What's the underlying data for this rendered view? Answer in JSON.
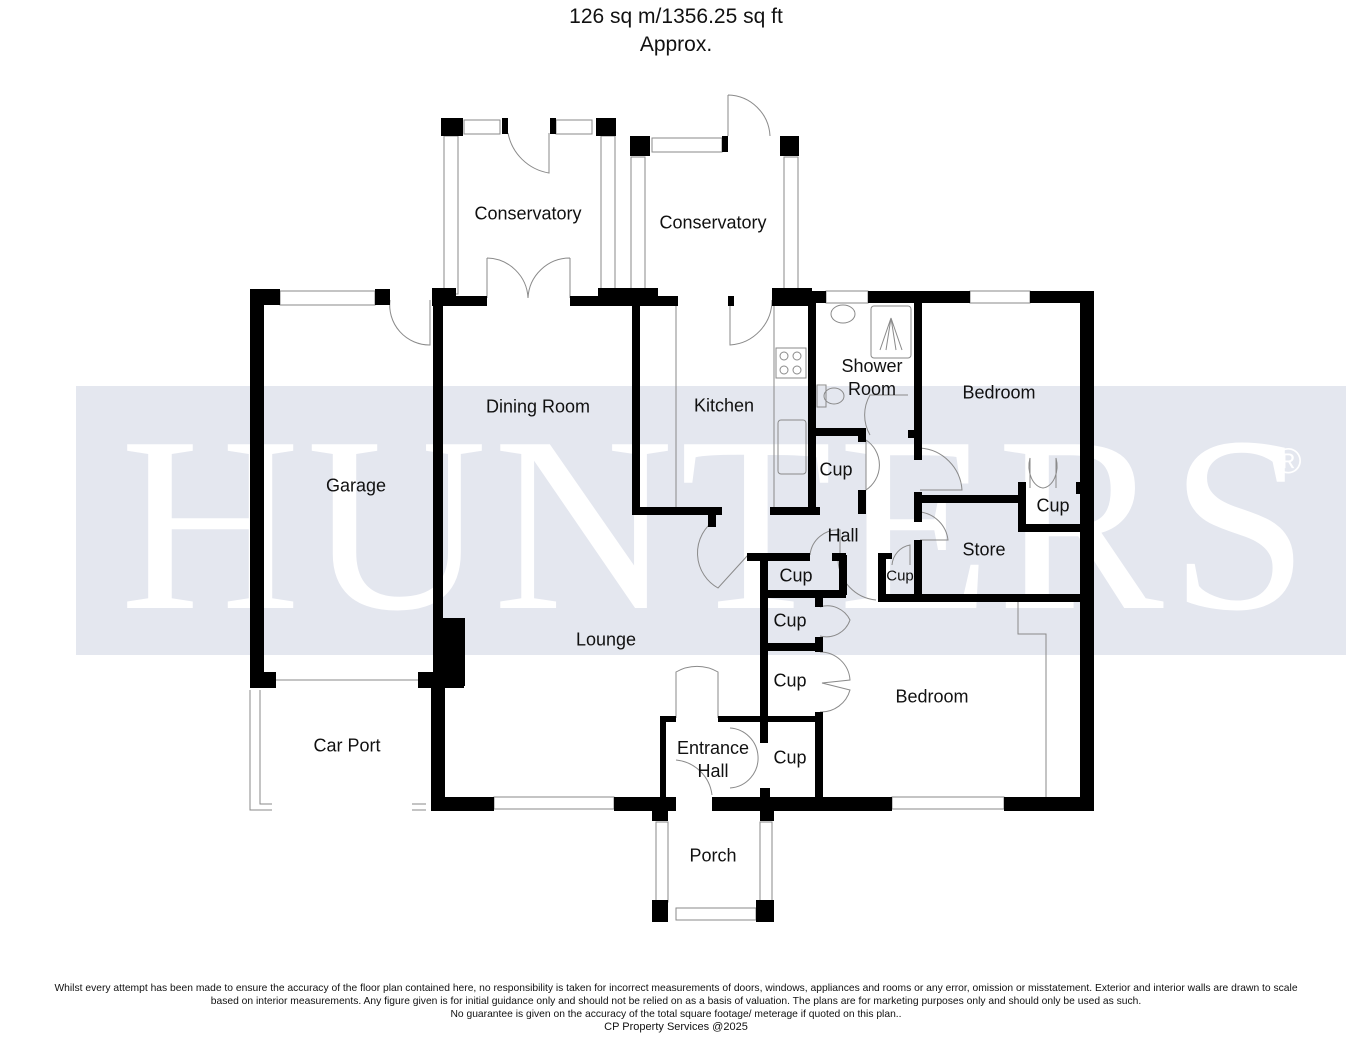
{
  "header": {
    "area": "126 sq m/1356.25 sq ft",
    "approx": "Approx."
  },
  "watermark": {
    "brand": "HUNTERS",
    "registered_mark": "®",
    "band_color": "#e4e7ef"
  },
  "rooms": {
    "conservatory_left": "Conservatory",
    "conservatory_right": "Conservatory",
    "garage": "Garage",
    "dining_room": "Dining Room",
    "kitchen": "Kitchen",
    "shower_room": "Shower\nRoom",
    "shower_room_line1": "Shower",
    "shower_room_line2": "Room",
    "bedroom_rear": "Bedroom",
    "cup_hall_upper": "Cup",
    "cup_bedroom_rear": "Cup",
    "hall": "Hall",
    "store": "Store",
    "cup_hall_left": "Cup",
    "cup_hall_small": "Cup",
    "lounge": "Lounge",
    "cup_mid_1": "Cup",
    "cup_mid_2": "Cup",
    "bedroom_front": "Bedroom",
    "car_port": "Car Port",
    "entrance_hall_line1": "Entrance",
    "entrance_hall_line2": "Hall",
    "cup_entrance": "Cup",
    "porch": "Porch"
  },
  "colors": {
    "wall": "#000000",
    "thin_line": "#8a8a8a",
    "text": "#111111"
  },
  "footer": {
    "line1": "Whilst every attempt has been made to ensure the accuracy of the floor plan contained here, no responsibility is taken for incorrect measurements of doors, windows, appliances and rooms or any error, omission or misstatement. Exterior and interior walls are drawn to scale",
    "line2": "based on interior measurements. Any figure given is for initial guidance only and should not be relied on as a basis of valuation. The plans are for marketing purposes only and should only be used as such.",
    "line3": "No guarantee is given on the accuracy of the total square footage/ meterage if quoted on this plan..",
    "line4": "CP Property Services @2025"
  }
}
